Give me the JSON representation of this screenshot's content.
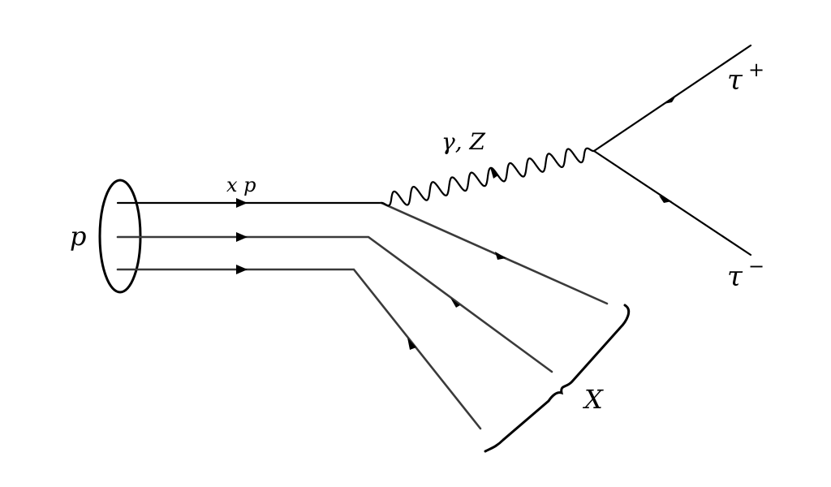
{
  "labels": {
    "proton": "p",
    "momentum_fraction": "x p",
    "boson": "γ, Z",
    "tau": "τ",
    "tau_plus_sign": "+",
    "tau_minus_sign": "−",
    "remnant": "X"
  }
}
